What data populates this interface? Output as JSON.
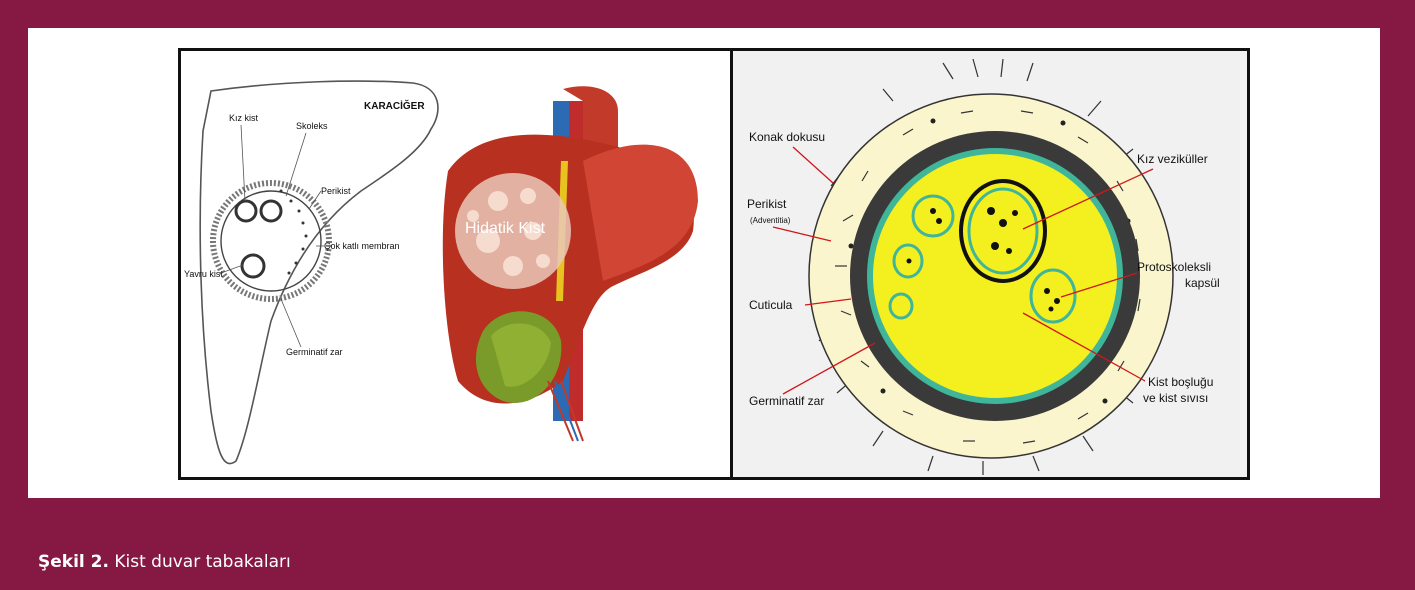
{
  "caption": {
    "label": "Şekil 2.",
    "text": " Kist duvar tabakaları"
  },
  "left_sketch": {
    "organ": "KARACİĞER",
    "labels": {
      "kiz_kist": "Kız kist",
      "skoleks": "Skoleks",
      "perikist": "Perikist",
      "cok_katli": "Çok katlı membran",
      "yavru_kist": "Yavru kist",
      "germinatif": "Germinatif zar"
    }
  },
  "liver_illustration": {
    "label": "Hidatik Kist"
  },
  "cyst_diagram": {
    "labels": {
      "konak": "Konak dokusu",
      "kiz_vezikuller": "Kız veziküller",
      "perikist": "Perikist",
      "adventitia": "(Adventitia)",
      "protoskoleksli": "Protoskoleksli",
      "kapsul": "kapsül",
      "cuticula": "Cuticula",
      "germinatif": "Germinatif zar",
      "kist_boslugu": "Kist boşluğu",
      "kist_sivisi": "ve kist sıvısı"
    }
  },
  "colors": {
    "background": "#861943",
    "cyst_fluid": "#f4ef1f",
    "germinal_layer": "#3fb59a",
    "host_tissue": "#fbf5cd",
    "liver": "#b8301f"
  }
}
